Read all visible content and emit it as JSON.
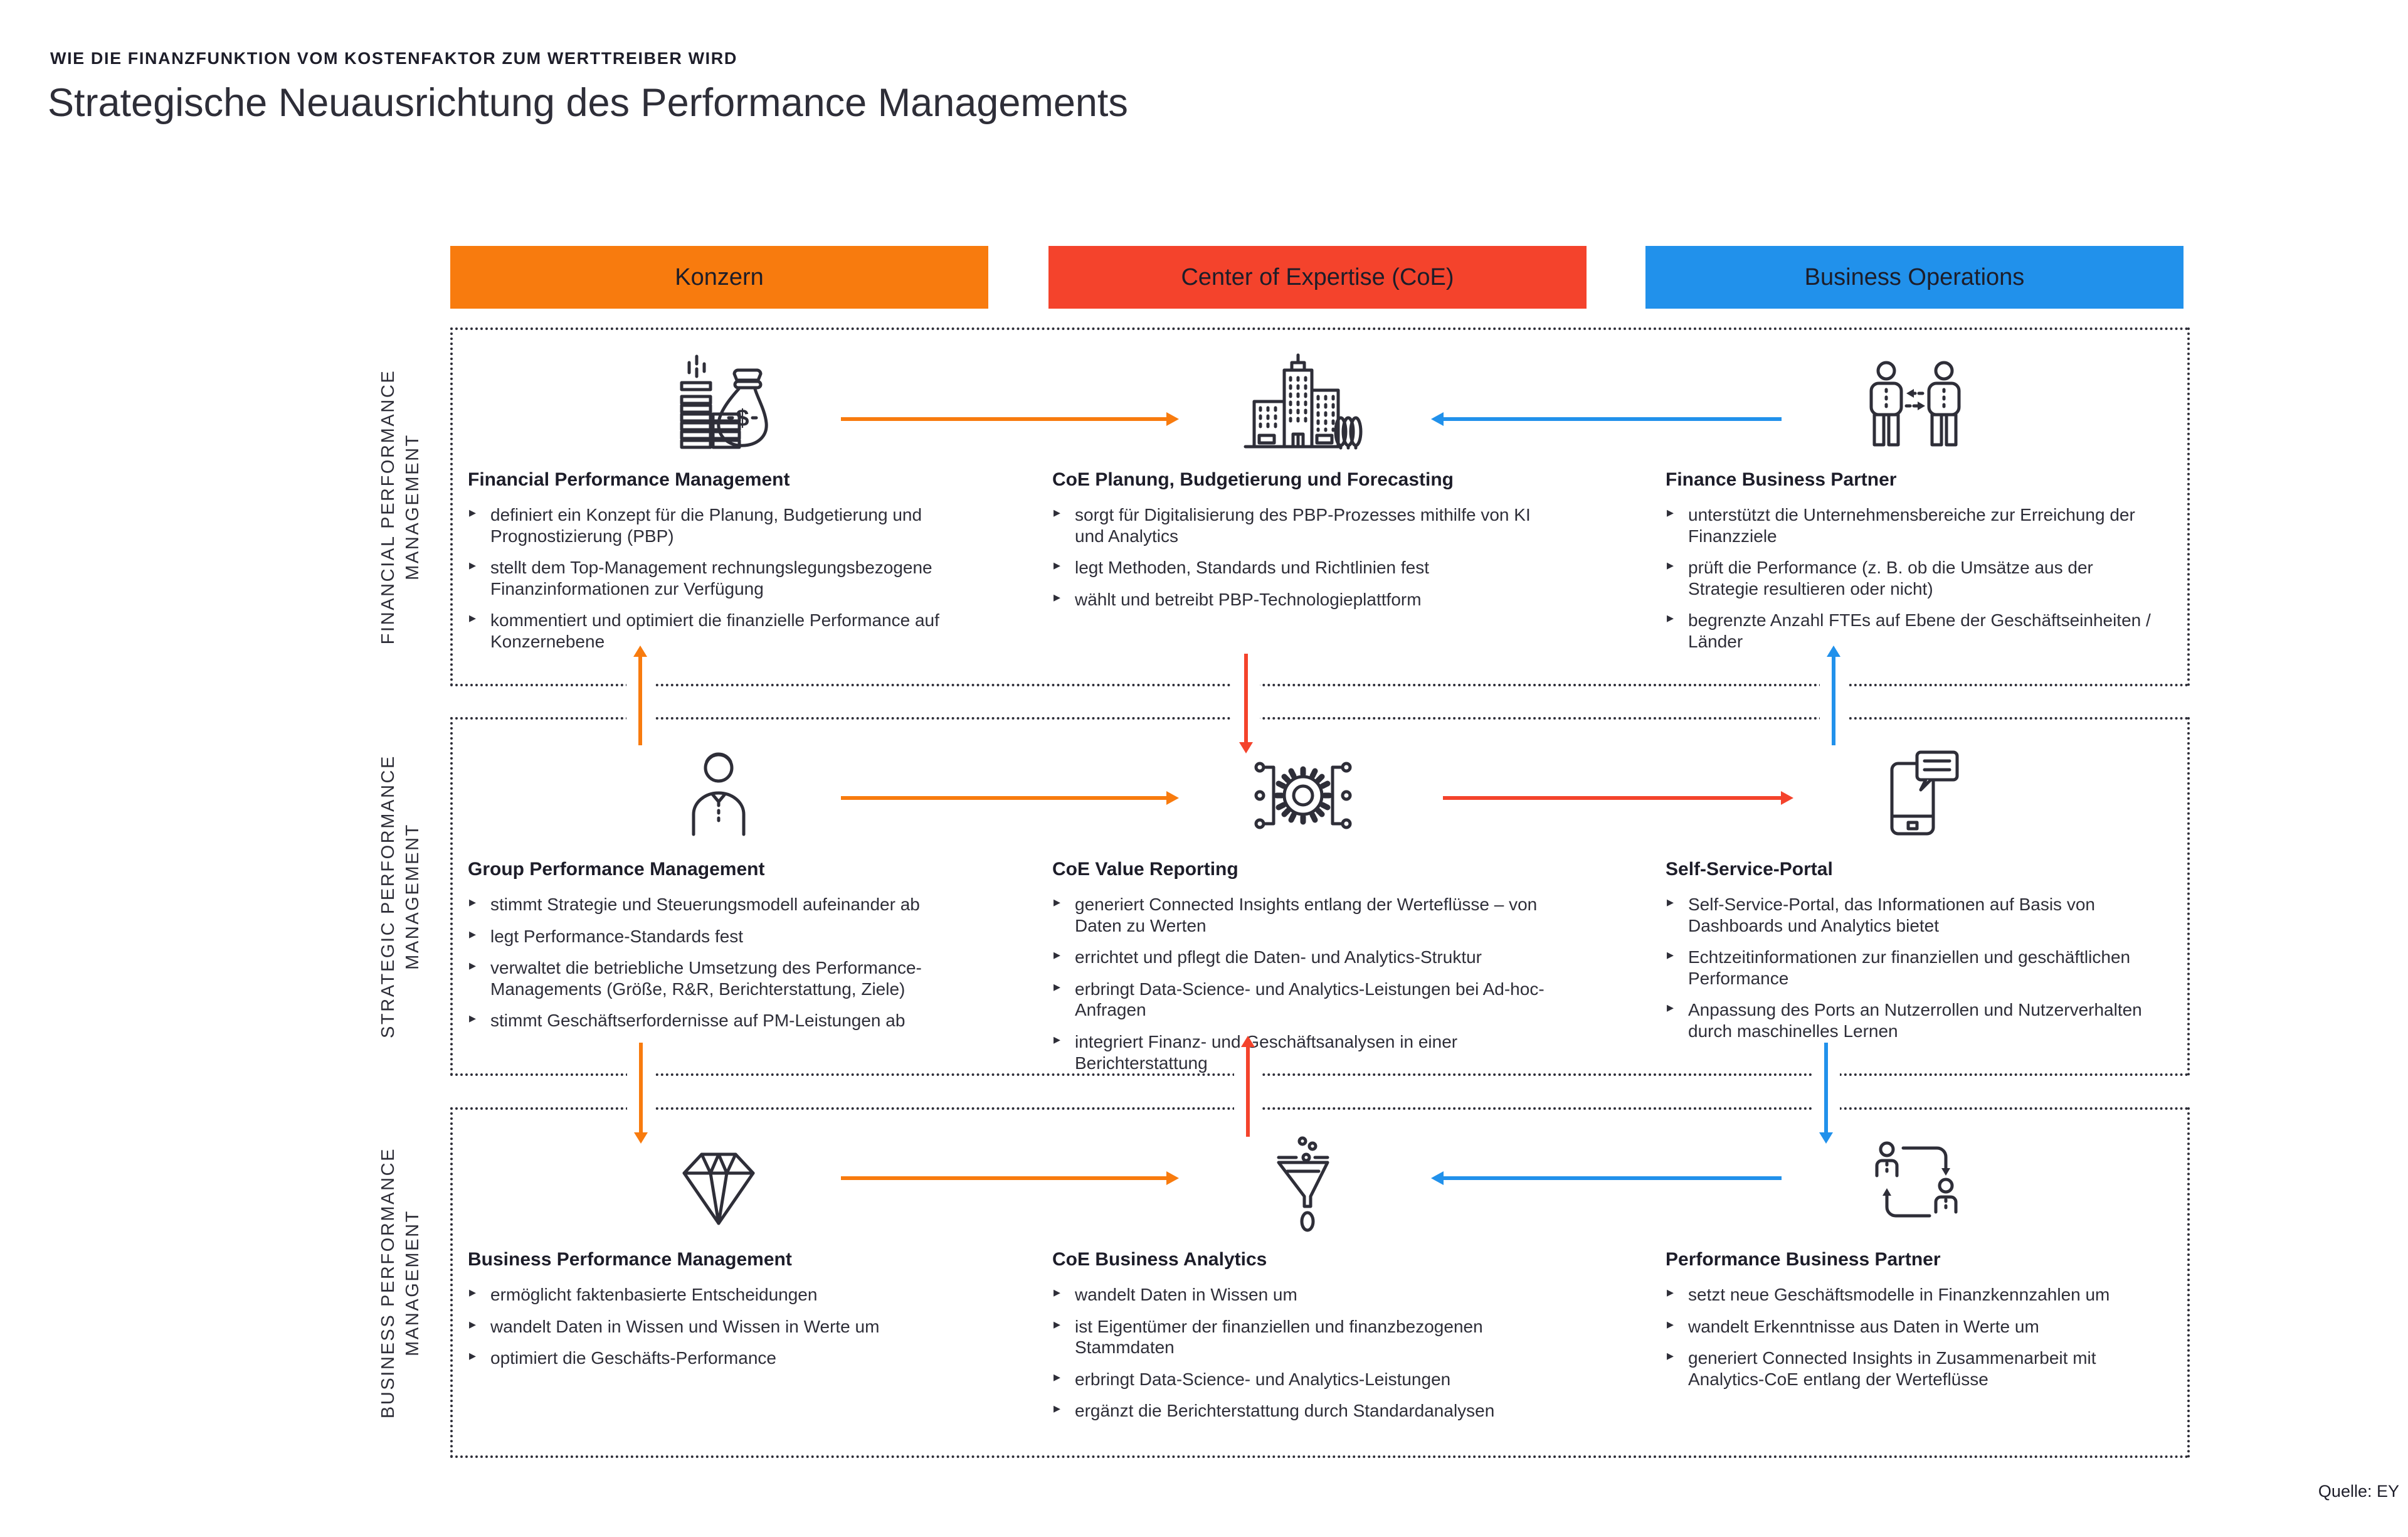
{
  "page": {
    "eyebrow": "WIE DIE FINANZFUNKTION VOM KOSTENFAKTOR ZUM WERTTREIBER WIRD",
    "title": "Strategische Neuausrichtung des Performance Managements",
    "source": "Quelle: EY"
  },
  "colors": {
    "orange": "#F87B0E",
    "red": "#F4432C",
    "blue": "#2191EB",
    "dark": "#2E2E38"
  },
  "glyphs": {
    "bullet": "▸"
  },
  "columns": [
    {
      "label": "Konzern",
      "color": "#F87B0E"
    },
    {
      "label": "Center of Expertise (CoE)",
      "color": "#F4432C"
    },
    {
      "label": "Business Operations",
      "color": "#2191EB"
    }
  ],
  "rows": [
    {
      "label_lines": [
        "FINANCIAL PERFORMANCE",
        "MANAGEMENT"
      ],
      "cells": [
        {
          "icon": "money-bag-icon",
          "heading": "Financial Performance Management",
          "bullets": [
            "definiert ein Konzept für die Planung, Budgetierung und Prognostizierung (PBP)",
            "stellt dem Top-Management rechnungslegungsbezogene Finanzinformationen zur Verfügung",
            "kommentiert und optimiert die finanzielle Performance auf Konzernebene"
          ]
        },
        {
          "icon": "city-buildings-icon",
          "heading": "CoE Planung, Budgetierung und Forecasting",
          "bullets": [
            "sorgt für Digitalisierung des PBP-Prozesses mithilfe von KI und Analytics",
            "legt Methoden, Standards und Richtlinien fest",
            "wählt und betreibt PBP-Technologieplattform"
          ]
        },
        {
          "icon": "people-exchange-icon",
          "heading": "Finance Business Partner",
          "bullets": [
            "unterstützt die Unternehmensbereiche zur Erreichung der Finanzziele",
            "prüft die Performance (z. B. ob die Umsätze aus der Strategie resultieren oder nicht)",
            "begrenzte Anzahl FTEs auf Ebene der Geschäftseinheiten / Länder"
          ]
        }
      ]
    },
    {
      "label_lines": [
        "STRATEGIC PERFORMANCE",
        "MANAGEMENT"
      ],
      "cells": [
        {
          "icon": "business-person-icon",
          "heading": "Group Performance Management",
          "bullets": [
            "stimmt Strategie und Steuerungsmodell aufeinander ab",
            "legt Performance-Standards fest",
            "verwaltet die betriebliche Umsetzung des Performance-Managements (Größe, R&R, Berichterstattung, Ziele)",
            "stimmt Geschäftserfordernisse auf PM-Leistungen ab"
          ]
        },
        {
          "icon": "gear-process-icon",
          "heading": "CoE Value Reporting",
          "bullets": [
            "generiert Connected Insights entlang der Werteflüsse – von Daten zu Werten",
            "errichtet und pflegt die Daten- und Analytics-Struktur",
            "erbringt Data-Science- und Analytics-Leistungen bei Ad-hoc-Anfragen",
            "integriert Finanz- und Geschäftsanalysen in einer Berichterstattung"
          ]
        },
        {
          "icon": "portal-device-icon",
          "heading": "Self-Service-Portal",
          "bullets": [
            "Self-Service-Portal, das Informationen auf Basis von Dashboards und Analytics bietet",
            "Echtzeitinformationen zur finanziellen und geschäftlichen Performance",
            "Anpassung des Ports an Nutzerrollen und Nutzerverhalten durch maschinelles Lernen"
          ]
        }
      ]
    },
    {
      "label_lines": [
        "BUSINESS PERFORMANCE",
        "MANAGEMENT"
      ],
      "cells": [
        {
          "icon": "diamond-icon",
          "heading": "Business Performance Management",
          "bullets": [
            "ermöglicht faktenbasierte Entscheidungen",
            "wandelt Daten in Wissen und Wissen in Werte um",
            "optimiert die Geschäfts-Performance"
          ]
        },
        {
          "icon": "funnel-icon",
          "heading": "CoE Business Analytics",
          "bullets": [
            "wandelt Daten in Wissen um",
            "ist Eigentümer der finanziellen und finanzbezogenen Stammdaten",
            "erbringt Data-Science- und Analytics-Leistungen",
            "ergänzt die Berichterstattung durch Standardanalysen"
          ]
        },
        {
          "icon": "people-cycle-icon",
          "heading": "Performance Business Partner",
          "bullets": [
            "setzt neue Geschäftsmodelle in Finanzkennzahlen um",
            "wandelt Erkenntnisse aus Daten in Werte um",
            "generiert Connected Insights in Zusammenarbeit mit Analytics-CoE entlang der Werteflüsse"
          ]
        }
      ]
    }
  ]
}
